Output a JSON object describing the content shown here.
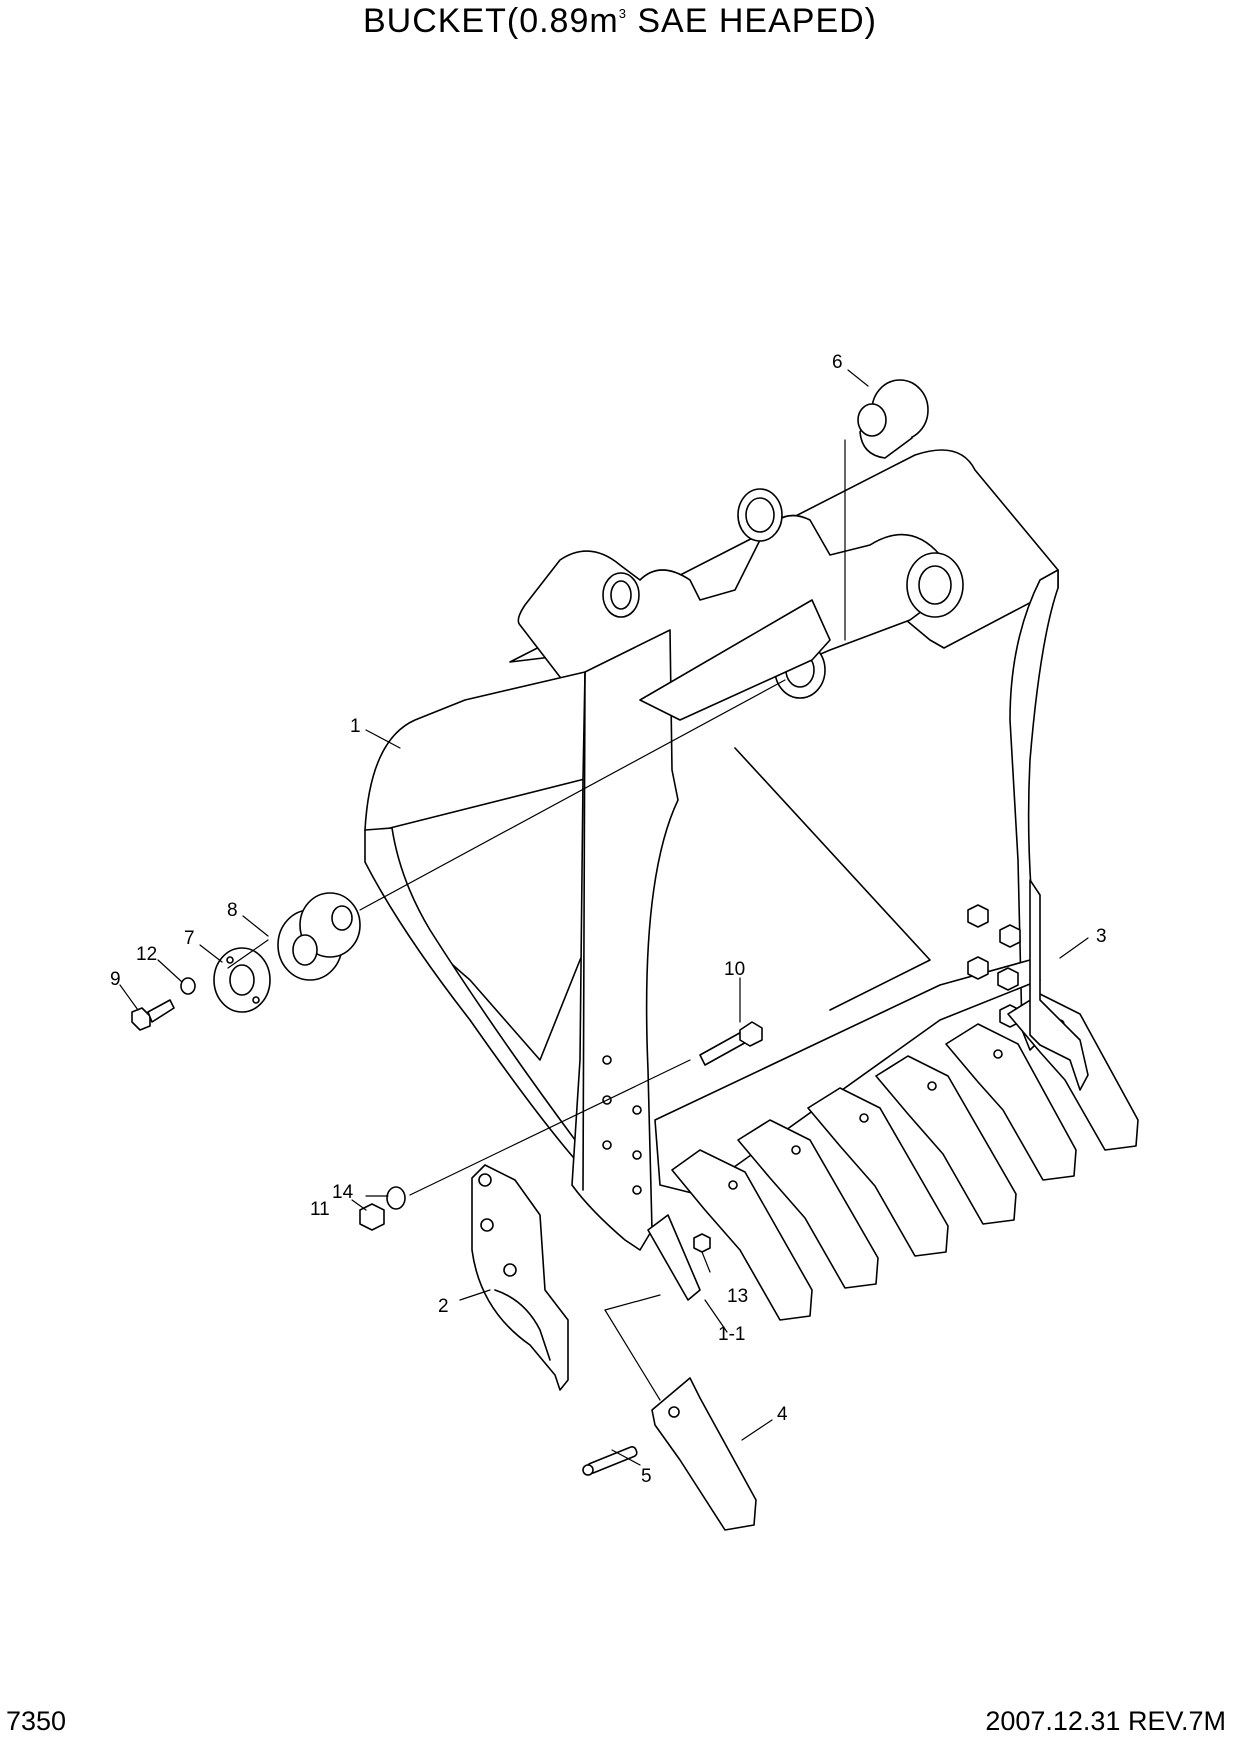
{
  "title": {
    "main": "BUCKET(0.89m",
    "superscript": "3",
    "suffix": " SAE HEAPED)"
  },
  "footer": {
    "page_code": "7350",
    "revision": "2007.12.31  REV.7M"
  },
  "callouts": {
    "c1": "1",
    "c1_1": "1-1",
    "c2": "2",
    "c3": "3",
    "c4": "4",
    "c5": "5",
    "c6": "6",
    "c7": "7",
    "c8": "8",
    "c9": "9",
    "c10": "10",
    "c11": "11",
    "c12": "12",
    "c13": "13",
    "c14": "14"
  }
}
